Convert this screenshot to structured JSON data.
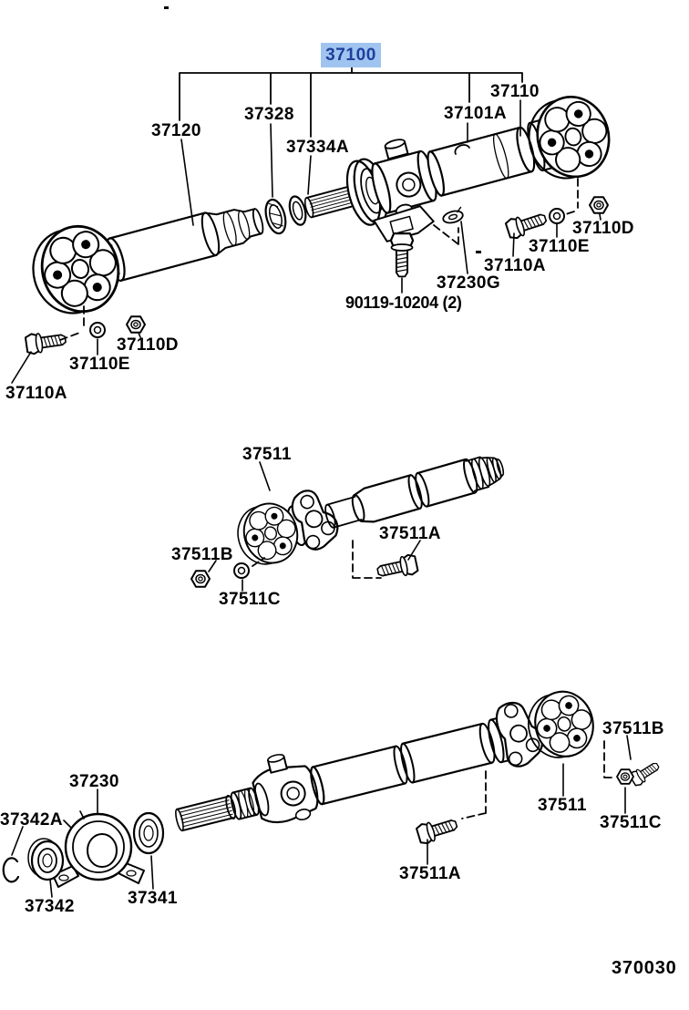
{
  "diagram": {
    "selected_part": {
      "number": "37100"
    },
    "figure_code": "370030",
    "colors": {
      "highlight_bg": "#a0c4f0",
      "highlight_fg": "#1d3f9b",
      "line": "#000000",
      "background": "#ffffff"
    },
    "labels": [
      {
        "part": "37120"
      },
      {
        "part": "37328"
      },
      {
        "part": "37334A"
      },
      {
        "part": "37101A"
      },
      {
        "part": "37110"
      },
      {
        "part": "37110D"
      },
      {
        "part": "37110E"
      },
      {
        "part": "37110A"
      },
      {
        "part": "37230G"
      },
      {
        "part": "90119-10204 (2)"
      },
      {
        "part": "37110D"
      },
      {
        "part": "37110E"
      },
      {
        "part": "37110A"
      },
      {
        "part": "37511"
      },
      {
        "part": "37511A"
      },
      {
        "part": "37511B"
      },
      {
        "part": "37511C"
      },
      {
        "part": "37230"
      },
      {
        "part": "37342A"
      },
      {
        "part": "37342"
      },
      {
        "part": "37341"
      },
      {
        "part": "37511B"
      },
      {
        "part": "37511"
      },
      {
        "part": "37511C"
      },
      {
        "part": "37511A"
      }
    ]
  }
}
